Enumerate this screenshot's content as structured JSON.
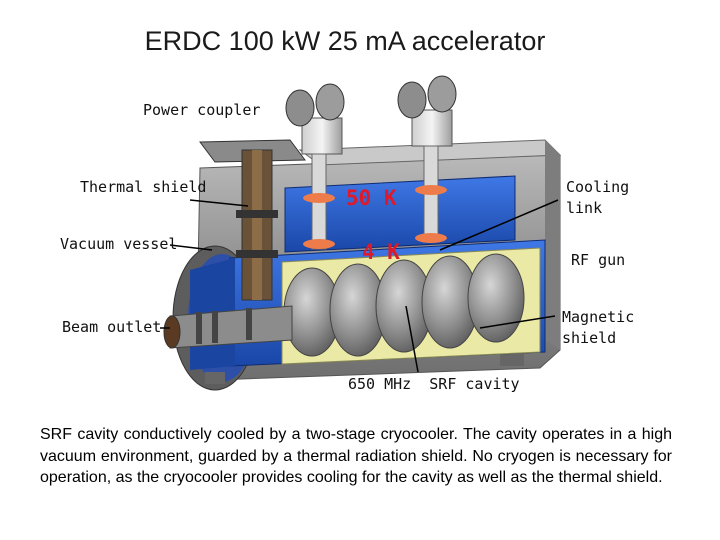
{
  "title": "ERDC 100 kW 25 mA accelerator",
  "labels": {
    "power_coupler": "Power coupler",
    "thermal_shield": "Thermal shield",
    "vacuum_vessel": "Vacuum vessel",
    "beam_outlet": "Beam outlet",
    "cooling_link": "Cooling\nlink",
    "rf_gun": "RF gun",
    "magnetic_shield": "Magnetic\nshield",
    "srf_cavity": "650 MHz  SRF cavity"
  },
  "temperatures": {
    "shield": "50 K",
    "cavity": "4 K"
  },
  "caption": "SRF cavity conductively cooled by a two-stage cryocooler. The cavity operates in a high vacuum environment, guarded by a thermal radiation shield. No cryogen is necessary for operation, as the cryocooler provides cooling for the cavity as well as the thermal shield.",
  "colors": {
    "vessel": "#9a9a9a",
    "thermal_shield": "#1f56c8",
    "magnetic_shield": "#eae9a6",
    "cavity": "#9b9b9b",
    "temperature_text": "#e0192a"
  }
}
